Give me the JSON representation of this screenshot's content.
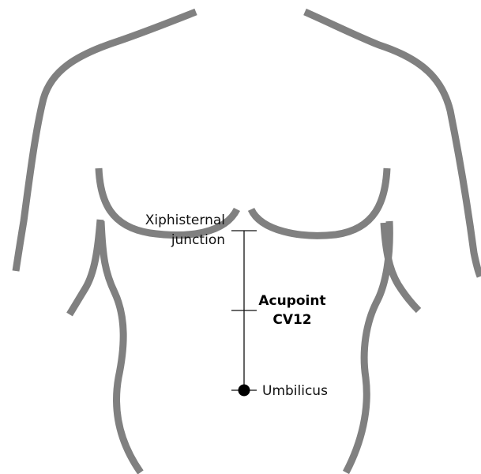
{
  "labels": {
    "xiphisternal_line1": "Xiphisternal",
    "xiphisternal_line2": "junction",
    "acupoint_line1": "Acupoint",
    "acupoint_line2": "CV12",
    "umbilicus": "Umbilicus"
  },
  "colors": {
    "outline": "#808080",
    "ink": "#111111"
  },
  "icons": {
    "umbilicus_marker": "filled-circle"
  }
}
